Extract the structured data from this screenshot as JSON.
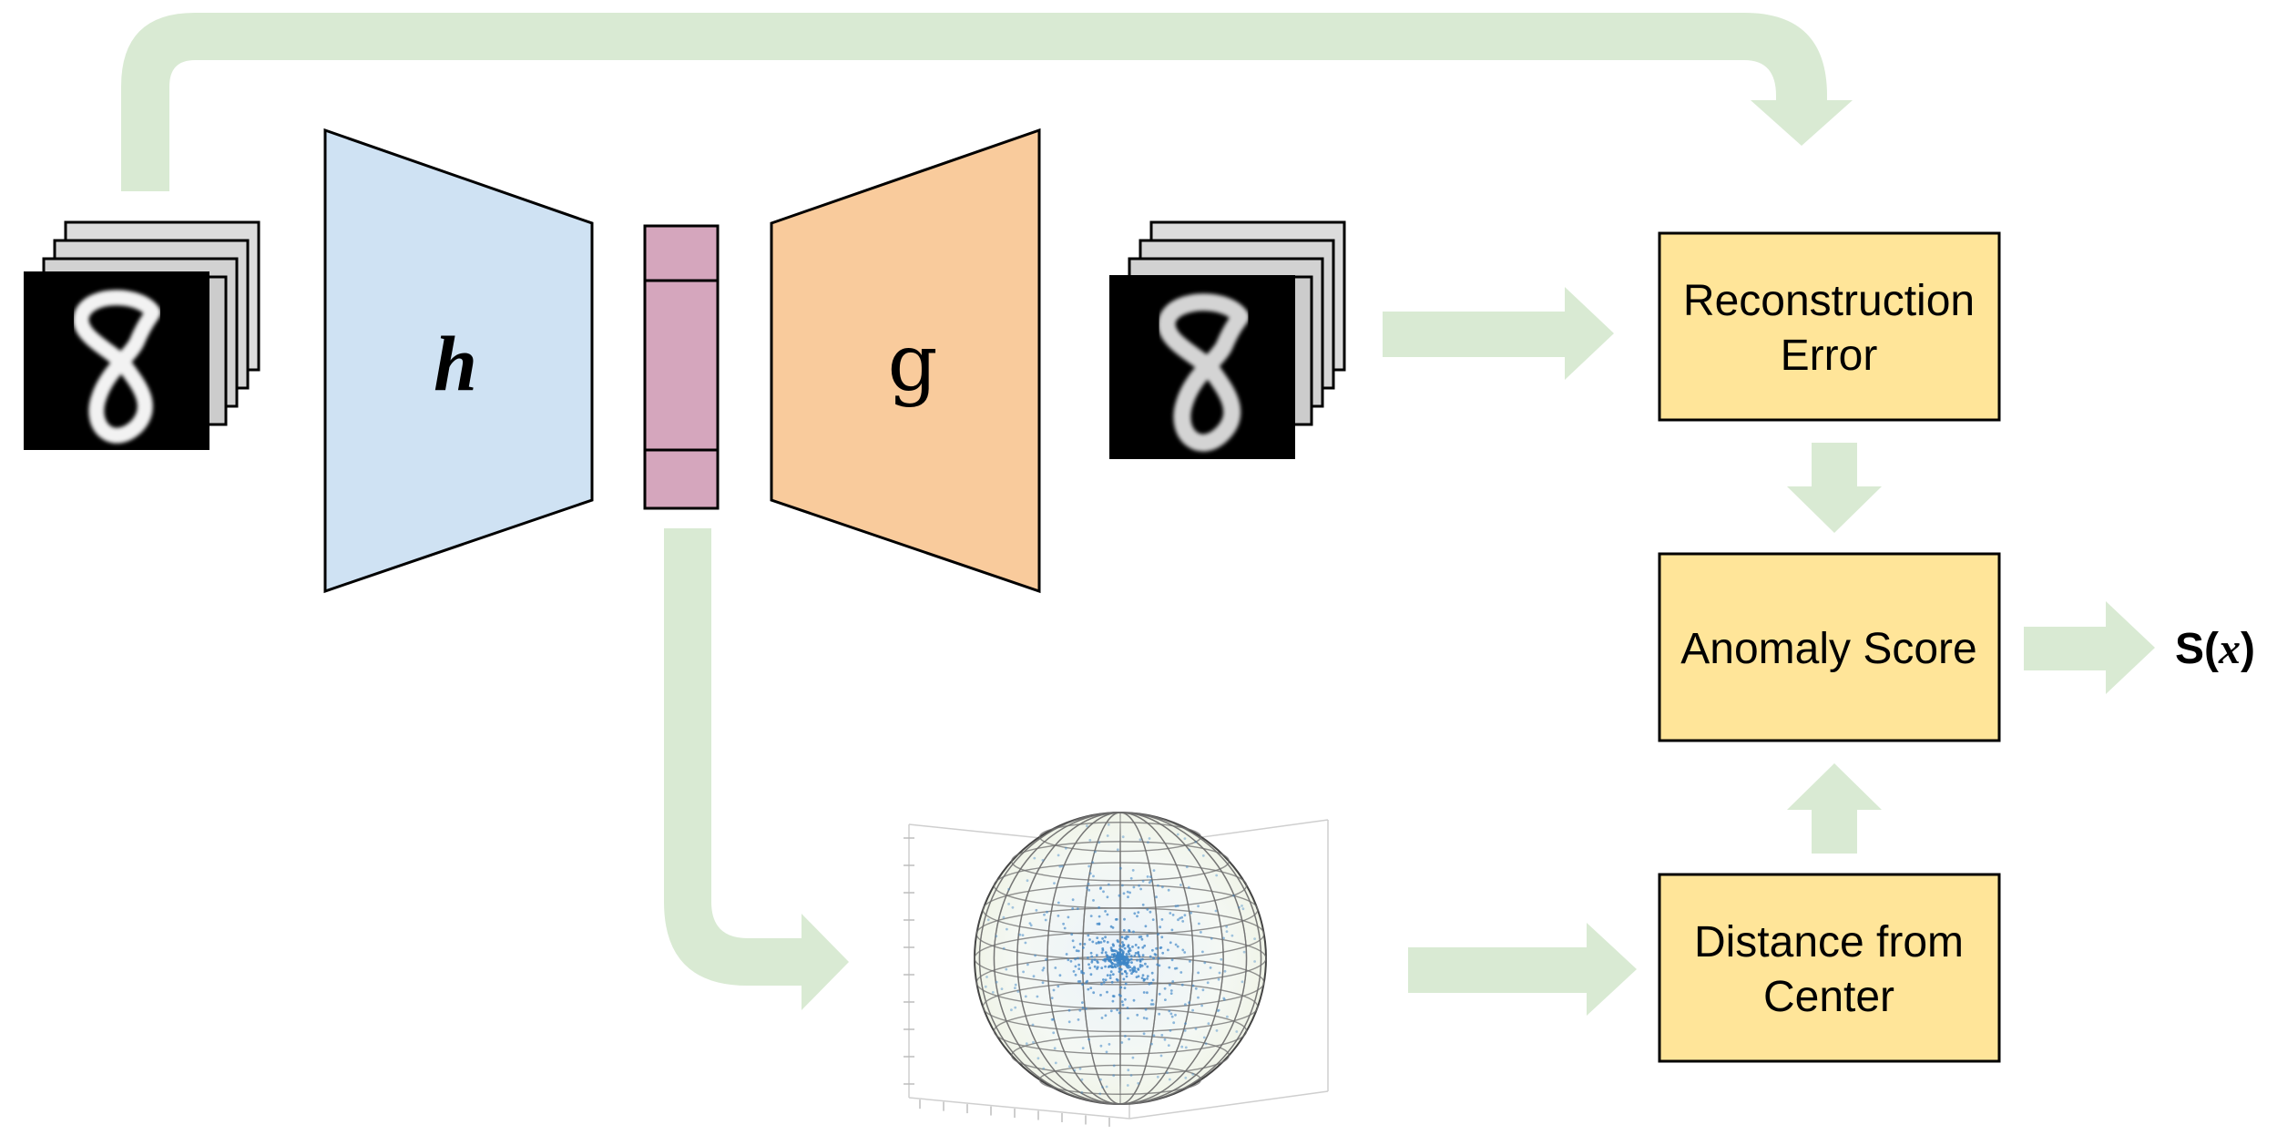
{
  "colors": {
    "encoder": "#cfe2f3",
    "decoder": "#f9cb9c",
    "latent": "#d5a6bd",
    "box": "#ffe599",
    "arrow": "#d9ead3",
    "sphere_points": "#3d85c6"
  },
  "encoder": {
    "symbol": "h"
  },
  "decoder": {
    "symbol": "g"
  },
  "boxes": {
    "reconstruction_error": {
      "line1": "Reconstruction",
      "line2": "Error"
    },
    "anomaly_score": {
      "label": "Anomaly Score"
    },
    "distance_from_center": {
      "line1": "Distance from",
      "line2": "Center"
    }
  },
  "output": {
    "prefix": "S(",
    "variable": "x",
    "suffix": ")"
  },
  "images": {
    "input_digit": "8",
    "reconstructed_digit": "8"
  },
  "icons": {
    "input_stack": "mnist-digit-stack-icon",
    "output_stack": "reconstructed-digit-stack-icon",
    "sphere": "latent-hypersphere-icon"
  }
}
